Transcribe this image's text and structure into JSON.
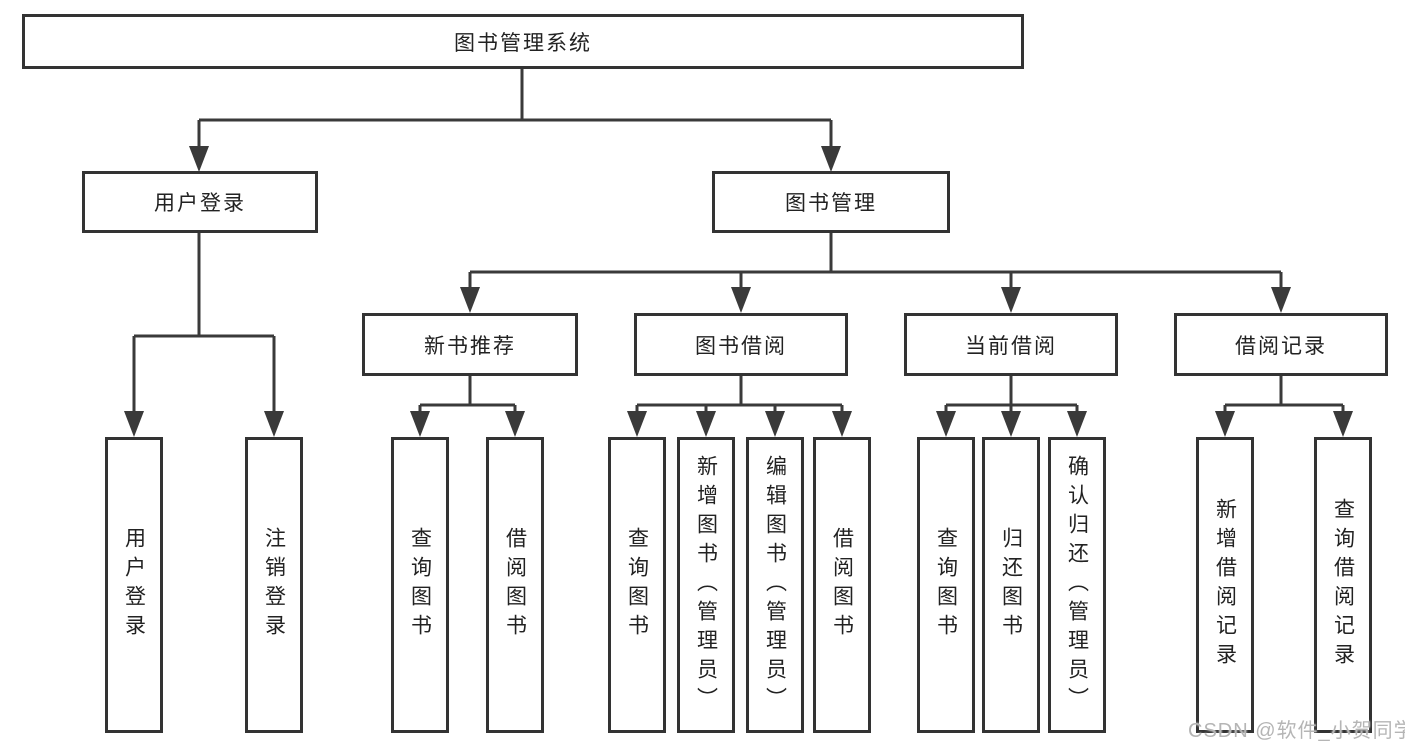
{
  "diagram": {
    "root": {
      "label": "图书管理系统"
    },
    "level2": [
      {
        "label": "用户登录"
      },
      {
        "label": "图书管理"
      }
    ],
    "level3": [
      {
        "label": "新书推荐"
      },
      {
        "label": "图书借阅"
      },
      {
        "label": "当前借阅"
      },
      {
        "label": "借阅记录"
      }
    ],
    "leaves": [
      {
        "label": "用户登录"
      },
      {
        "label": "注销登录"
      },
      {
        "label": "查询图书"
      },
      {
        "label": "借阅图书"
      },
      {
        "label": "查询图书"
      },
      {
        "label": "新增图书（管理员）"
      },
      {
        "label": "编辑图书（管理员）"
      },
      {
        "label": "借阅图书"
      },
      {
        "label": "查询图书"
      },
      {
        "label": "归还图书"
      },
      {
        "label": "确认归还（管理员）"
      },
      {
        "label": "新增借阅记录"
      },
      {
        "label": "查询借阅记录"
      }
    ],
    "colors": {
      "line": "#3a3a3a",
      "box_border": "#333333",
      "box_fill": "#ffffff",
      "background": "#ffffff",
      "text": "#222222",
      "watermark": "#b5b5b5"
    },
    "watermark": "CSDN @软件_小贺同学"
  }
}
